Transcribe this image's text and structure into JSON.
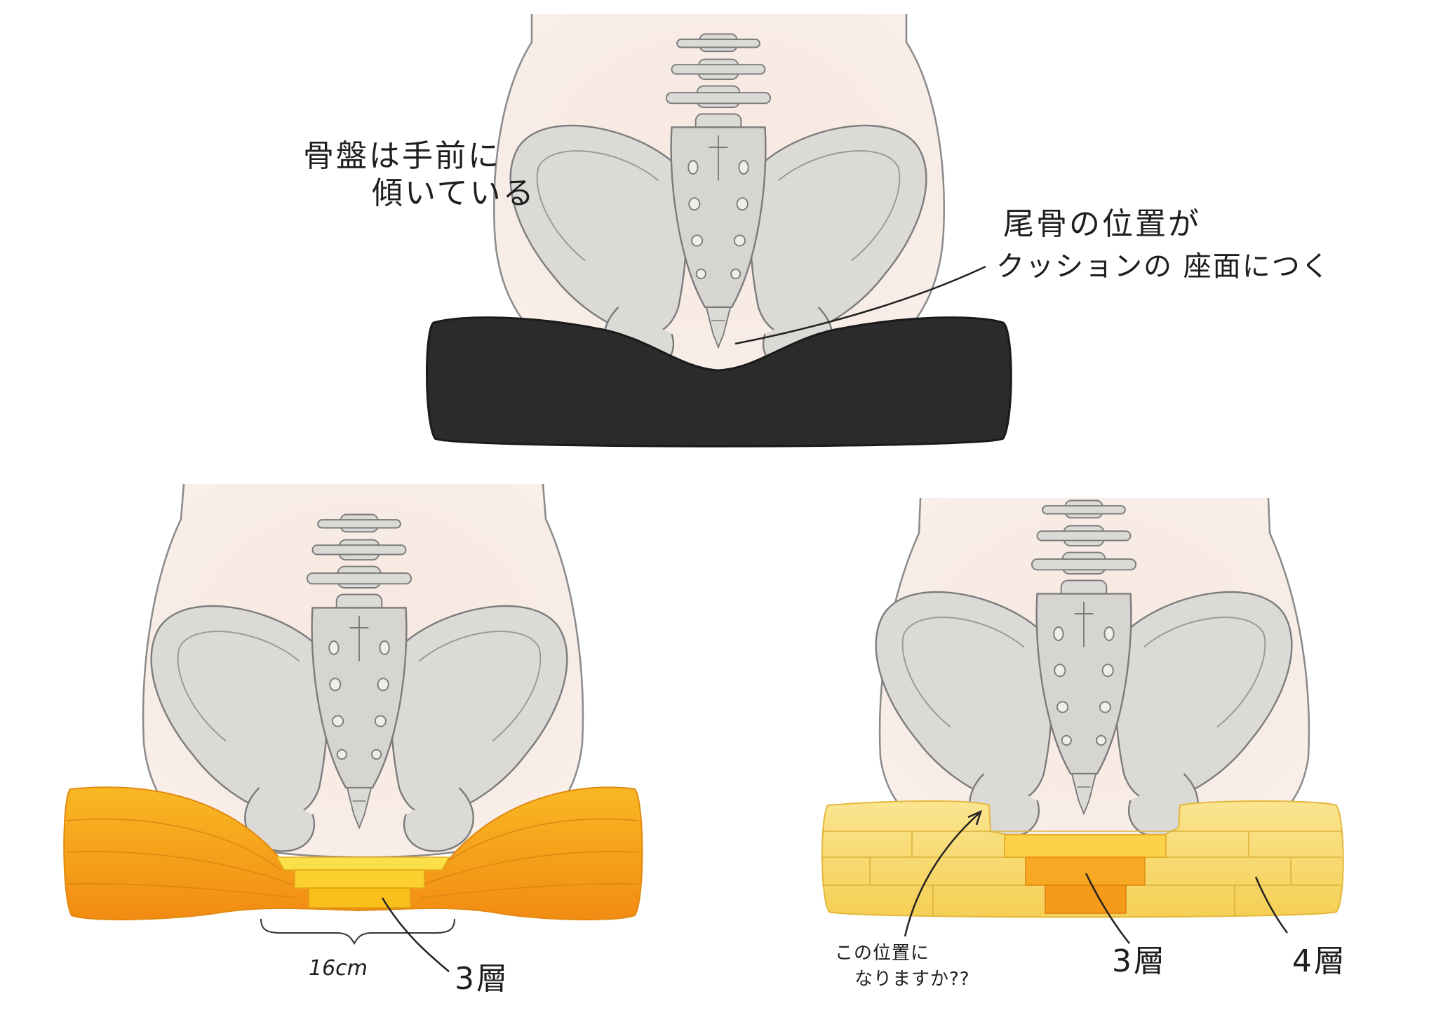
{
  "labels": {
    "pelvis_tilt_line1": "骨盤は手前に",
    "pelvis_tilt_line2": "傾いている",
    "coccyx_line1": "尾骨の位置が",
    "coccyx_line2": "クッションの 座面につく",
    "width_measure": "16cm",
    "layers_left": "3層",
    "question_line1": "この位置に",
    "question_line2": "なりますか??",
    "layers_mid": "3層",
    "layers_right": "4層"
  },
  "colors": {
    "bone": "#dcdad6",
    "bone_outline": "#7b7b7b",
    "skin": "#f5e3db",
    "black_cushion": "#2b2b2b",
    "orange_cushion": "#f7a21a",
    "orange_center": "#f9c91e",
    "yellow_cushion": "#f7d76a",
    "yellow_center": "#f6a623"
  }
}
